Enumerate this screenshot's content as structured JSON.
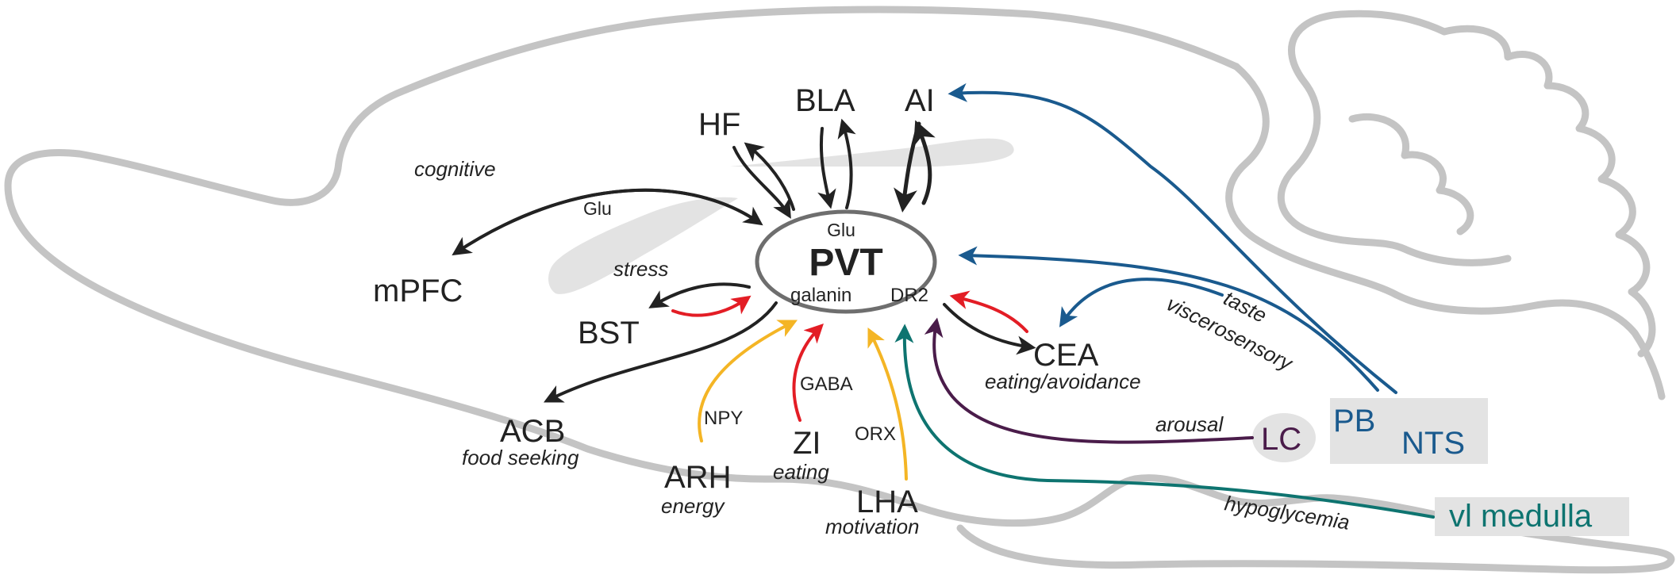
{
  "center": {
    "name": "PVT",
    "transmitter": "Glu",
    "left_tag": "galanin",
    "right_tag": "DR2"
  },
  "regions": {
    "mpfc": {
      "name": "mPFC",
      "function": "cognitive",
      "transmitter": "Glu"
    },
    "hf": {
      "name": "HF"
    },
    "bla": {
      "name": "BLA"
    },
    "ai": {
      "name": "AI"
    },
    "bst": {
      "name": "BST",
      "function": "stress"
    },
    "acb": {
      "name": "ACB",
      "function": "food seeking"
    },
    "arh": {
      "name": "ARH",
      "function": "energy",
      "transmitter": "NPY"
    },
    "zi": {
      "name": "ZI",
      "function": "eating",
      "transmitter": "GABA"
    },
    "lha": {
      "name": "LHA",
      "function": "motivation",
      "transmitter": "ORX"
    },
    "cea": {
      "name": "CEA",
      "function": "eating/avoidance"
    },
    "lc": {
      "name": "LC",
      "function": "arousal"
    },
    "pb": {
      "name": "PB"
    },
    "nts": {
      "name": "NTS"
    },
    "pb_nts_function_line1": "taste",
    "pb_nts_function_line2": "viscerosensory",
    "vl_medulla": {
      "name": "vl medulla",
      "function": "hypoglycemia"
    }
  },
  "colors": {
    "outline": "#c4c4c4",
    "pvt_outline": "#6e6e6e",
    "glutamate": "#222222",
    "gaba": "#e31d25",
    "hypothalamic": "#f4b525",
    "brainstem": "#1a5a8e",
    "lc": "#4a1c4a",
    "vl_medulla": "#0e7470",
    "box_fill": "#e3e3e3",
    "tract_fill": "#e3e3e3"
  }
}
